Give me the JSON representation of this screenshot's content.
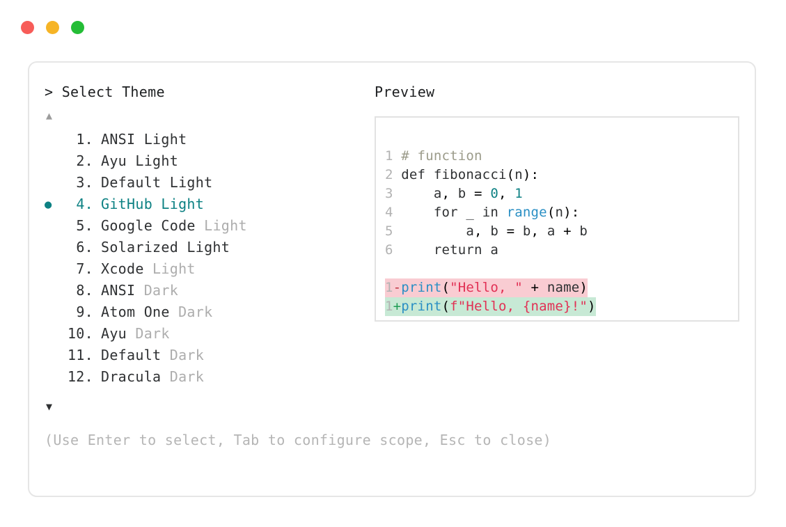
{
  "window": {
    "traffic_lights": [
      {
        "name": "close",
        "color": "#f75c58"
      },
      {
        "name": "minimize",
        "color": "#f6b426"
      },
      {
        "name": "maximize",
        "color": "#24bd36"
      }
    ]
  },
  "prompt": {
    "marker": ">",
    "title": "Select Theme",
    "scroll_up": "▲",
    "scroll_down": "▼",
    "selected_index": 4,
    "bullet": "●"
  },
  "themes": [
    {
      "index": "1.",
      "name": "ANSI Light",
      "suffix": "",
      "selected": false
    },
    {
      "index": "2.",
      "name": "Ayu Light",
      "suffix": "",
      "selected": false
    },
    {
      "index": "3.",
      "name": "Default Light",
      "suffix": "",
      "selected": false
    },
    {
      "index": "4.",
      "name": "GitHub Light",
      "suffix": "",
      "selected": true
    },
    {
      "index": "5.",
      "name": "Google Code",
      "suffix": "Light",
      "selected": false
    },
    {
      "index": "6.",
      "name": "Solarized Light",
      "suffix": "",
      "selected": false
    },
    {
      "index": "7.",
      "name": "Xcode",
      "suffix": "Light",
      "selected": false
    },
    {
      "index": "8.",
      "name": "ANSI",
      "suffix": "Dark",
      "selected": false
    },
    {
      "index": "9.",
      "name": "Atom One",
      "suffix": "Dark",
      "selected": false
    },
    {
      "index": "10.",
      "name": "Ayu",
      "suffix": "Dark",
      "selected": false
    },
    {
      "index": "11.",
      "name": "Default",
      "suffix": "Dark",
      "selected": false
    },
    {
      "index": "12.",
      "name": "Dracula",
      "suffix": "Dark",
      "selected": false
    }
  ],
  "preview": {
    "label": "Preview",
    "code_lines": [
      {
        "ln": "1",
        "text": "# function"
      },
      {
        "ln": "2",
        "text": "def fibonacci(n):"
      },
      {
        "ln": "3",
        "text": "    a, b = 0, 1"
      },
      {
        "ln": "4",
        "text": "    for _ in range(n):"
      },
      {
        "ln": "5",
        "text": "        a, b = b, a + b"
      },
      {
        "ln": "6",
        "text": "    return a"
      }
    ],
    "diff": [
      {
        "ln": "1",
        "mark": "-",
        "text": "print(\"Hello, \" + name)",
        "kind": "removed"
      },
      {
        "ln": "1",
        "mark": "+",
        "text": "print(f\"Hello, {name}!\")",
        "kind": "added"
      }
    ]
  },
  "hint": "(Use Enter to select, Tab to configure scope, Esc to close)",
  "colors": {
    "accent_teal": "#0d8183",
    "muted_gray": "#adadad",
    "text": "#2f3133",
    "diff_removed_bg": "#f9ccd2",
    "diff_added_bg": "#c7e9d5",
    "border": "#e6e6e6"
  }
}
